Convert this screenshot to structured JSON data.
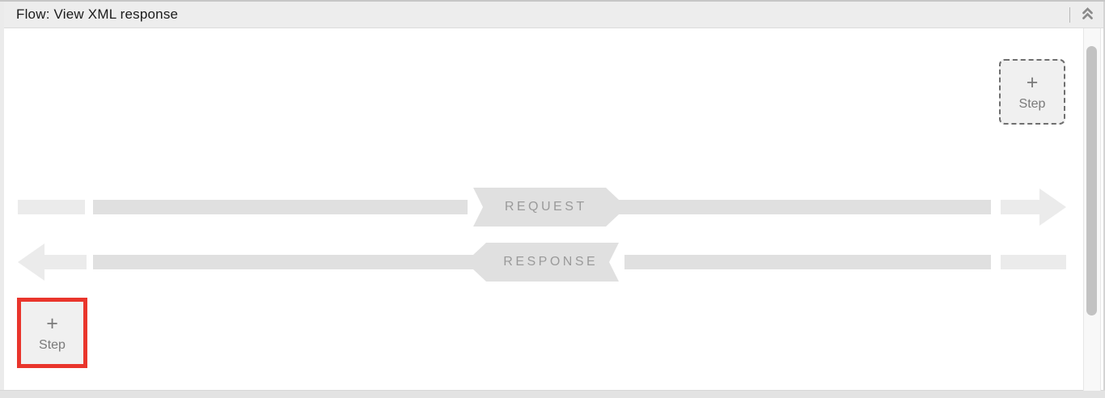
{
  "header": {
    "title": "Flow: View XML response",
    "collapse_icon": "chevron-double-up"
  },
  "canvas": {
    "request_label": "REQUEST",
    "response_label": "RESPONSE"
  },
  "buttons": {
    "add_step_top": {
      "plus": "+",
      "label": "Step"
    },
    "add_step_bottom": {
      "plus": "+",
      "label": "Step",
      "highlighted": true
    }
  },
  "colors": {
    "highlight_red": "#e9352c",
    "flow_bar_gray": "#e0e0e0",
    "flow_light_gray": "#ebebeb",
    "flow_label_gray": "#9a9a9a",
    "header_bg": "#ededed"
  }
}
